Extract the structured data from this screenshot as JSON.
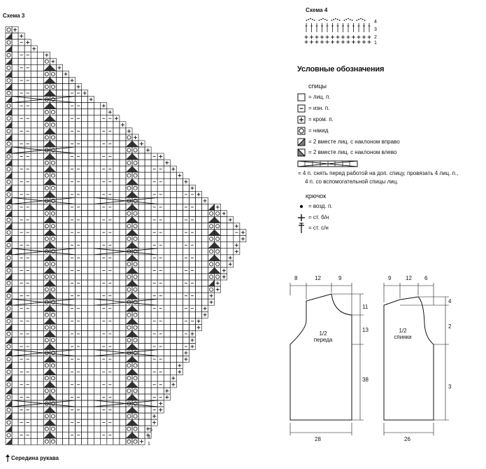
{
  "scheme3": {
    "title": "Схема 3",
    "row_numbers": [
      "5",
      "3",
      "1"
    ],
    "footer": "Середина рукава"
  },
  "scheme4": {
    "title": "Схема 4",
    "row_numbers": [
      "4",
      "3",
      "2",
      "1"
    ]
  },
  "legend": {
    "title": "Условные обозначения",
    "knitting_heading": "спицы",
    "items": [
      {
        "symbol": "empty-square-icon",
        "text": "= лиц. п."
      },
      {
        "symbol": "dash-square-icon",
        "text": "= изн. п."
      },
      {
        "symbol": "plus-square-icon",
        "text": "= кром. п."
      },
      {
        "symbol": "circle-square-icon",
        "text": "= накид"
      },
      {
        "symbol": "right-slant-square-icon",
        "text": "= 2 вместе лиц. с наклоном вправо"
      },
      {
        "symbol": "left-slant-square-icon",
        "text": "= 2 вместе лиц. с наклоном влево"
      }
    ],
    "cable_line1": "= 4 п. снять перед работой на доп. спицу, провязать 4 лиц. п.,",
    "cable_line2": "4 п. со вспомогательной спицы лиц.",
    "crochet_heading": "крючок",
    "crochet_items": [
      {
        "symbol": "dot-icon",
        "text": "= возд. п."
      },
      {
        "symbol": "plus-icon",
        "text": "= ст. б/н"
      },
      {
        "symbol": "dagger-icon",
        "text": "= ст. с/н"
      }
    ]
  },
  "pattern_front": {
    "label_line1": "1/2",
    "label_line2": "переда",
    "top_dims": [
      "8",
      "12",
      "9"
    ],
    "right_dims": [
      "11",
      "13",
      "38"
    ],
    "bottom_dim": "28"
  },
  "pattern_back": {
    "label_line1": "1/2",
    "label_line2": "спинки",
    "top_dims": [
      "9",
      "12",
      "6"
    ],
    "right_dims": [
      "4",
      "2",
      "3"
    ],
    "bottom_dim": "26"
  }
}
